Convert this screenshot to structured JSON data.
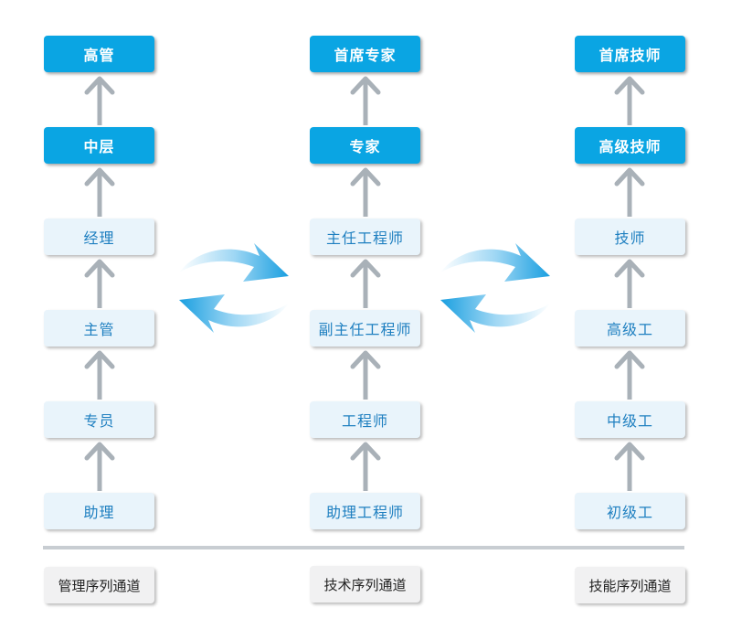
{
  "columns": [
    {
      "name": "management",
      "footer": "管理序列通道",
      "levels": [
        "高管",
        "中层",
        "经理",
        "主管",
        "专员",
        "助理"
      ],
      "highlighted": [
        true,
        true,
        false,
        false,
        false,
        false
      ]
    },
    {
      "name": "technical",
      "footer": "技术序列通道",
      "levels": [
        "首席专家",
        "专家",
        "主任工程师",
        "副主任工程师",
        "工程师",
        "助理工程师"
      ],
      "highlighted": [
        true,
        true,
        false,
        false,
        false,
        false
      ]
    },
    {
      "name": "skill",
      "footer": "技能序列通道",
      "levels": [
        "首席技师",
        "高级技师",
        "技师",
        "高级工",
        "中级工",
        "初级工"
      ],
      "highlighted": [
        true,
        true,
        false,
        false,
        false,
        false
      ]
    }
  ],
  "colors": {
    "highlight_bg": "#0aa5e3",
    "highlight_text": "#ffffff",
    "level_bg": "#e9f4fb",
    "level_text": "#1e7fc0",
    "arrow_gray": "#a9b1b8",
    "swap_blue": "#1a9fe0",
    "divider": "#c8cdd2",
    "footer_bg": "#f1f1f2"
  },
  "icons": {
    "level_up": "up-arrow-icon",
    "interchange": "swap-cycle-icon"
  }
}
